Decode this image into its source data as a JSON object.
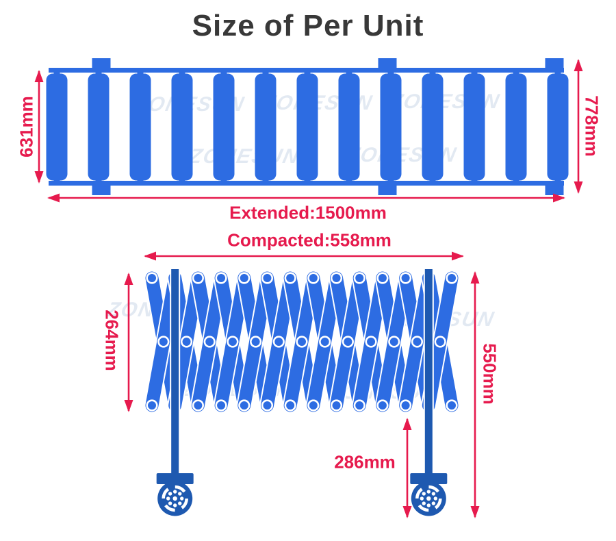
{
  "title": "Size of Per Unit",
  "watermark_text": "ZONESUN",
  "colors": {
    "blue": "#2d6ce2",
    "dark_blue": "#1e59b0",
    "red": "#e61a4d",
    "title_color": "#383838",
    "watermark_color": "#dce4ef"
  },
  "extended_view": {
    "width_label": "Extended:1500mm",
    "roller_length_label": "631mm",
    "overall_width_label": "778mm",
    "roller_count": 13
  },
  "compacted_view": {
    "width_label": "Compacted:558mm",
    "frame_height_label": "264mm",
    "overall_height_label": "550mm",
    "leg_height_label": "286mm"
  }
}
